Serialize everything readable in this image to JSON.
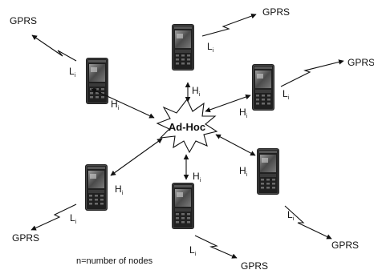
{
  "hub": {
    "label": "Ad-Hoc"
  },
  "uplink_label": "GPRS",
  "long_range_label": "L",
  "short_range_label": "H",
  "subscript": "i",
  "footnote": "n=number of nodes",
  "nodes": [
    {
      "id": "top"
    },
    {
      "id": "upper-left"
    },
    {
      "id": "upper-right"
    },
    {
      "id": "lower-left"
    },
    {
      "id": "bottom"
    },
    {
      "id": "lower-right"
    }
  ]
}
